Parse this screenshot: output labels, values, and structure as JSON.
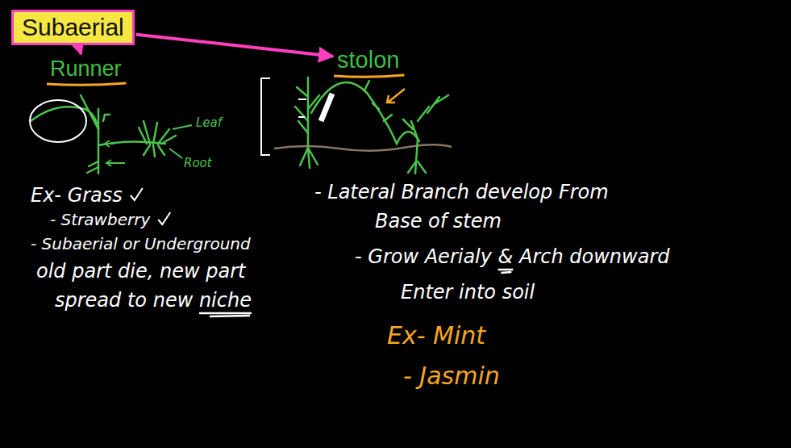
{
  "diagram": {
    "nodes": [
      {
        "text": [
          "Subaerial"
        ]
      },
      {
        "text": [
          "Runner"
        ]
      },
      {
        "text": [
          "stolon"
        ]
      }
    ],
    "edges": [
      {
        "from": 0,
        "to": 1,
        "arrow": "to"
      },
      {
        "from": 0,
        "to": 2,
        "arrow": "to"
      }
    ],
    "labels": [
      "Ex- Grass",
      "- Strawberry",
      "- Subaerial or Underground",
      "old part die, new part",
      "spread to new niche",
      "- Lateral Branch develop From",
      "Base of stem",
      "- Grow Aerialy & Arch downward",
      "Enter into soil",
      "Ex- Mint",
      "- Jasmin",
      "Leaf",
      "Root"
    ]
  }
}
